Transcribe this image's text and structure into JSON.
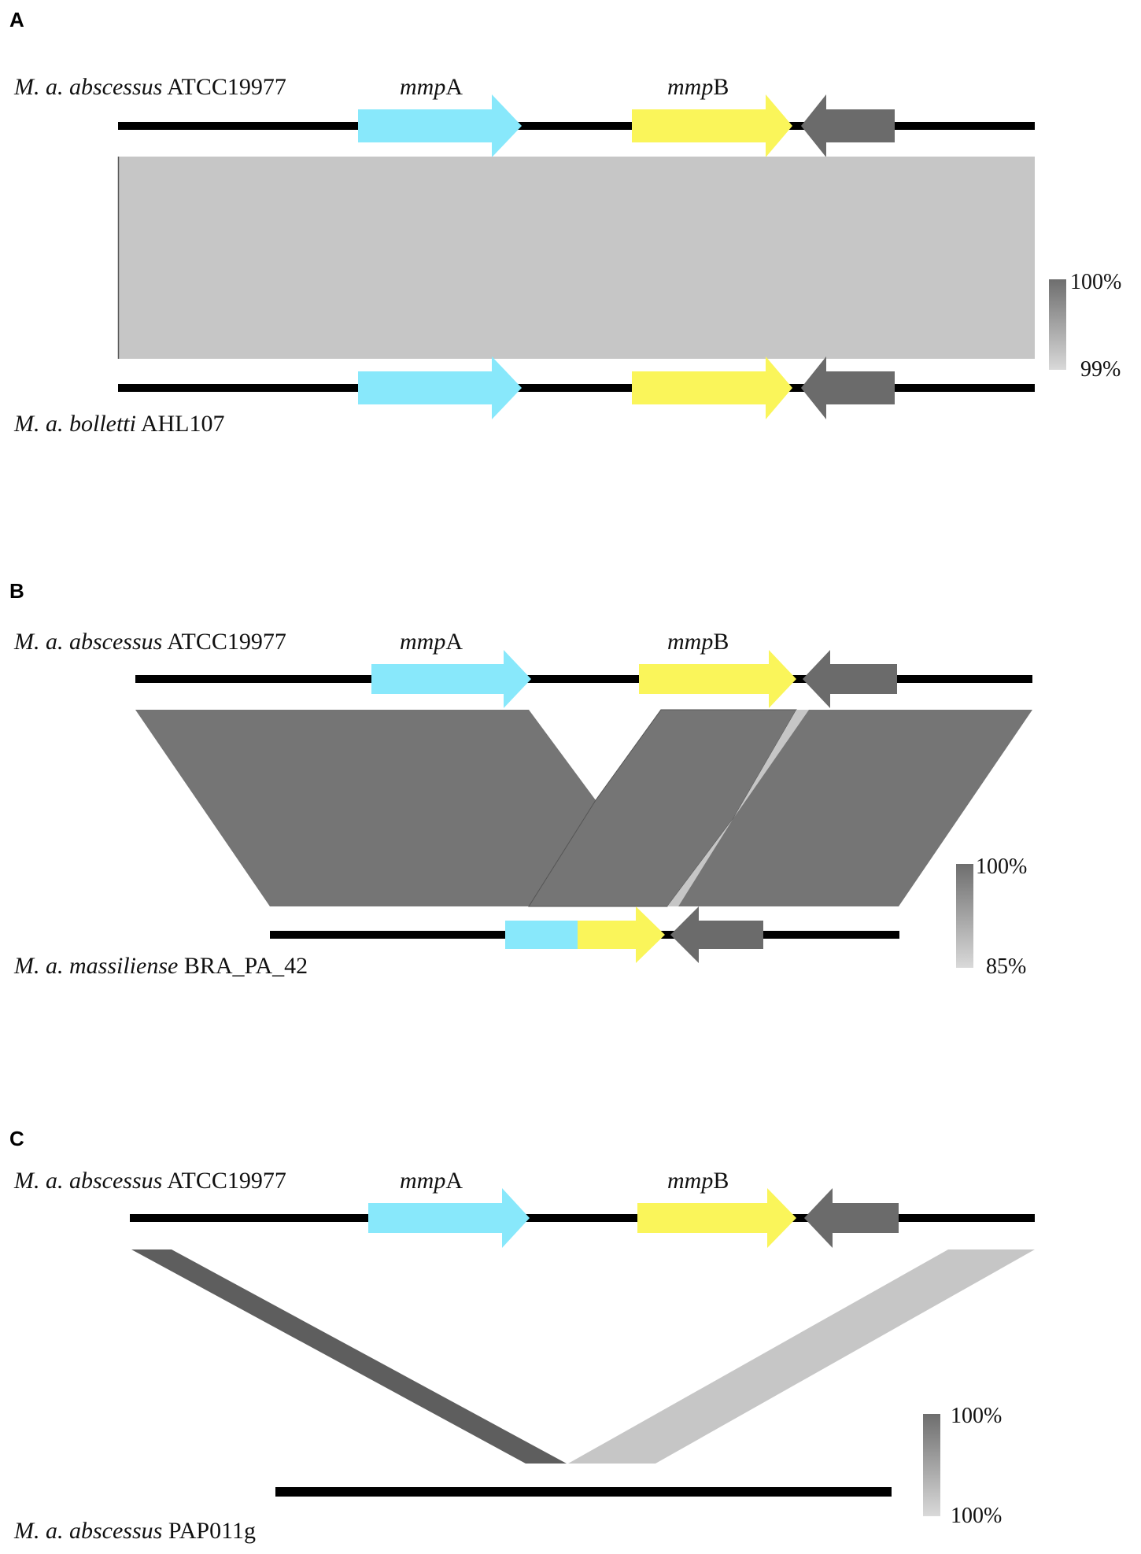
{
  "colors": {
    "backbone": "#000000",
    "mmpA": "#88e8fb",
    "mmpB": "#faf55a",
    "flank_gene": "#6b6b6b",
    "identity_high": "#757575",
    "identity_low": "#c6c6c6"
  },
  "gene_labels": {
    "mmpA_italic": "mmp",
    "mmpA_rest": "A",
    "mmpB_italic": "mmp",
    "mmpB_rest": "B"
  },
  "panels": [
    {
      "letter": "A",
      "top_strain": {
        "italic": "M. a. abscessus",
        "rest": " ATCC19977"
      },
      "bottom_strain": {
        "italic": "M. a. bolletti",
        "rest": " AHL107"
      },
      "scale": {
        "max": "100%",
        "min": "99%"
      }
    },
    {
      "letter": "B",
      "top_strain": {
        "italic": "M. a. abscessus",
        "rest": " ATCC19977"
      },
      "bottom_strain": {
        "italic": "M. a. massiliense",
        "rest": " BRA_PA_42"
      },
      "scale": {
        "max": "100%",
        "min": "85%"
      }
    },
    {
      "letter": "C",
      "top_strain": {
        "italic": "M. a. abscessus",
        "rest": " ATCC19977"
      },
      "bottom_strain": {
        "italic": "M. a. abscessus",
        "rest": " PAP011g"
      },
      "scale": {
        "max": "100%",
        "min": "100%"
      }
    }
  ]
}
